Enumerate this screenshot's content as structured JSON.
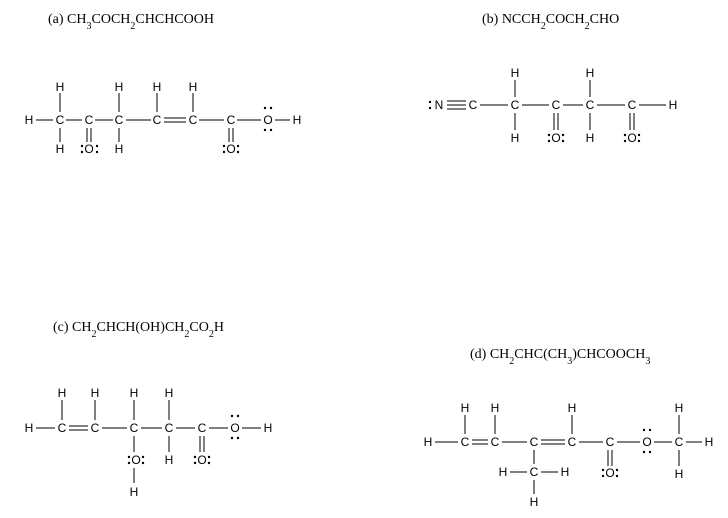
{
  "panels": [
    {
      "formula_parts": [
        "(a) CH",
        "3",
        "COCH",
        "2",
        "CHCHCOOH"
      ]
    },
    {
      "formula_parts": [
        "(b) NCCH",
        "2",
        "COCH",
        "2",
        "CHO"
      ]
    },
    {
      "formula_parts": [
        "(c) CH",
        "2",
        "CHCH(OH)CH",
        "2",
        "CO",
        "2",
        "H"
      ]
    },
    {
      "formula_parts": [
        "(d) CH",
        "2",
        "CHC(CH",
        "3",
        ")CHCOOCH",
        "3"
      ]
    }
  ],
  "atom_symbols": {
    "carbon": "C",
    "hydrogen": "H",
    "oxygen": "O",
    "nitrogen": "N"
  }
}
